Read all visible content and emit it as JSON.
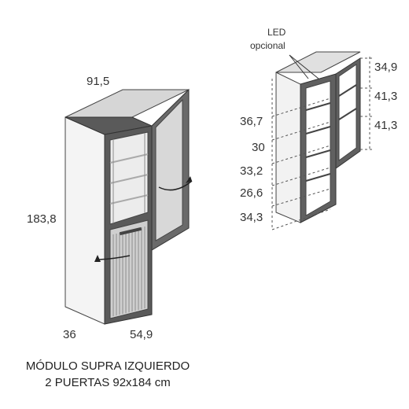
{
  "front_view": {
    "width_label": "91,5",
    "height_label": "183,8",
    "depth_label": "36",
    "door_width_label": "54,9"
  },
  "side_view": {
    "led_label_line1": "LED",
    "led_label_line2": "opcional",
    "right_dims": [
      "34,9",
      "41,3",
      "41,3"
    ],
    "left_dims": [
      "36,7",
      "30",
      "33,2",
      "26,6",
      "34,3"
    ]
  },
  "caption": {
    "line1": "MÓDULO SUPRA IZQUIERDO",
    "line2": "2 PUERTAS 92x184 cm"
  },
  "colors": {
    "frame": "#5a5a5a",
    "panel_light": "#f0f0f0",
    "panel_mid": "#d9d9d9",
    "glass": "#e8e8e8"
  }
}
